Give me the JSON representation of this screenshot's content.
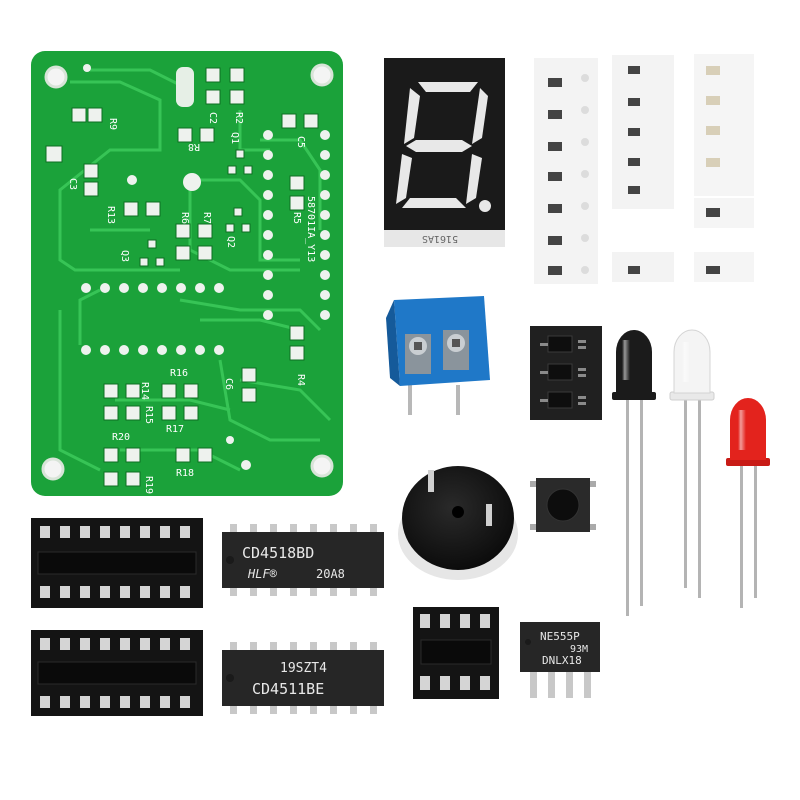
{
  "pcb": {
    "labels": {
      "r9": "R9",
      "c2": "C2",
      "r2": "R2",
      "q1": "Q1",
      "r8": "R8",
      "c5": "C5",
      "c3": "C3",
      "r13": "R13",
      "r6": "R6",
      "r7": "R7",
      "r5": "R5",
      "q2": "Q2",
      "q3": "Q3",
      "board_id": "58701IA_Y13",
      "r16": "R16",
      "r14": "R14",
      "c6": "C6",
      "r4": "R4",
      "r15": "R15",
      "r20": "R20",
      "r17": "R17",
      "r19": "R19",
      "r18": "R18"
    },
    "colors": {
      "board": "#1ba23a",
      "trace": "#37c456",
      "pad": "#eef2ee",
      "silk": "#ffffff"
    }
  },
  "display": {
    "part_label": "5161AS",
    "segment_color": "#e8e8e8",
    "body_color": "#1a1a1a"
  },
  "chips": {
    "cd4518": {
      "line1": "CD4518BD",
      "brand": "HLF®",
      "code": "20A8"
    },
    "cd4511": {
      "line1": "19SZT4",
      "line2": "CD4511BE"
    },
    "ne555": {
      "line1": "NE555P",
      "code": "93M",
      "line2": "DNLX18"
    }
  },
  "leds": {
    "colors": [
      "#1b1b1b",
      "#f4f4f4",
      "#e3231d"
    ]
  },
  "terminal": {
    "color": "#1f78c8"
  },
  "icons": [
    "screw-terminal-icon",
    "buzzer-icon",
    "tact-switch-icon",
    "ic-socket-icon",
    "smd-tape-icon"
  ]
}
